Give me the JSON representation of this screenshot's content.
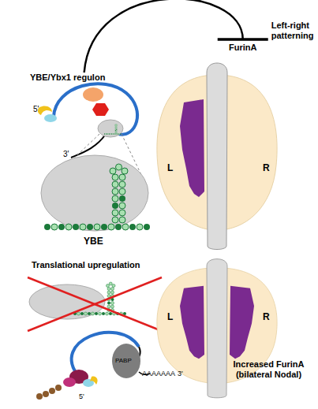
{
  "diagram": {
    "nodes": [
      {
        "text": [
          "YBE/Ybx1 regulon"
        ]
      },
      {
        "text": [
          "FurinA"
        ]
      }
    ],
    "edges": [
      {
        "from": 0,
        "to": 1,
        "arrow": "to",
        "label": "Left-right patterning"
      }
    ],
    "labels": [
      "5'",
      "3'",
      "YBE",
      "L",
      "R",
      "Translational upregulation",
      "PABP",
      "AAAAAAA",
      "3'",
      "5'",
      "L",
      "R",
      "Increased FurinA (bilateral Nodal)"
    ]
  }
}
